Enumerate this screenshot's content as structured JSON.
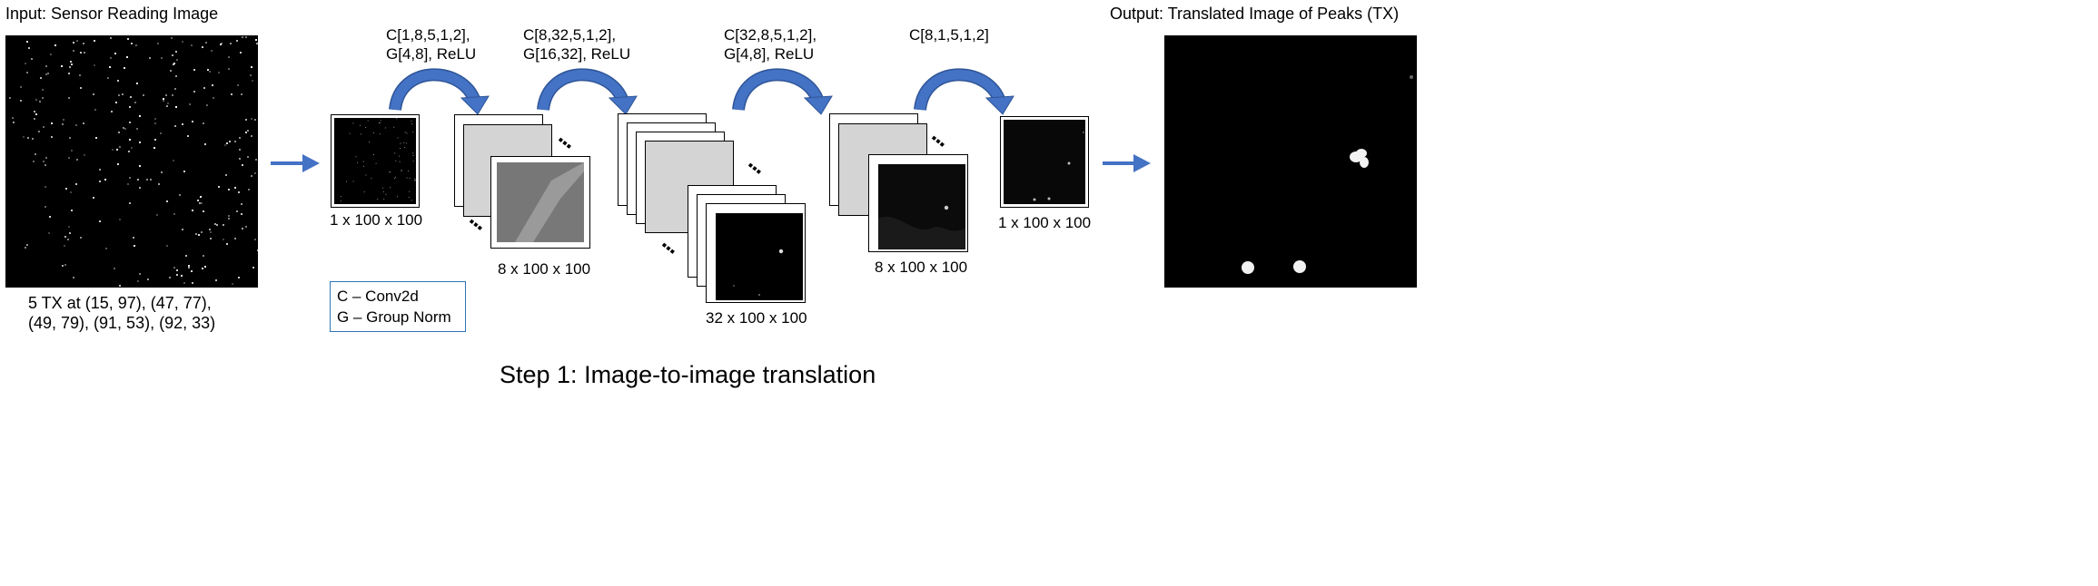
{
  "input": {
    "title": "Input: Sensor Reading Image",
    "tx_caption_line1": "5 TX at (15, 97), (47, 77),",
    "tx_caption_line2": "(49, 79), (91, 53), (92, 33)"
  },
  "output": {
    "title": "Output: Translated Image of Peaks (TX)"
  },
  "layers": [
    {
      "op_line1": "C[1,8,5,1,2],",
      "op_line2": "G[4,8], ReLU",
      "shape": "1 x 100 x 100"
    },
    {
      "op_line1": "C[8,32,5,1,2],",
      "op_line2": "G[16,32], ReLU",
      "shape": "8 x 100 x 100"
    },
    {
      "op_line1": "C[32,8,5,1,2],",
      "op_line2": "G[4,8], ReLU",
      "shape": "32 x 100 x 100"
    },
    {
      "op_line1": "C[8,1,5,1,2]",
      "op_line2": "",
      "shape": "8 x 100 x 100"
    }
  ],
  "final_shape": "1 x 100 x 100",
  "legend": {
    "line1": "C – Conv2d",
    "line2": "G – Group Norm"
  },
  "caption": "Step 1: Image-to-image translation",
  "colors": {
    "arrow_blue": "#4472c4",
    "legend_border": "#2e75b6",
    "plate_gray": "#d4d4d4"
  }
}
